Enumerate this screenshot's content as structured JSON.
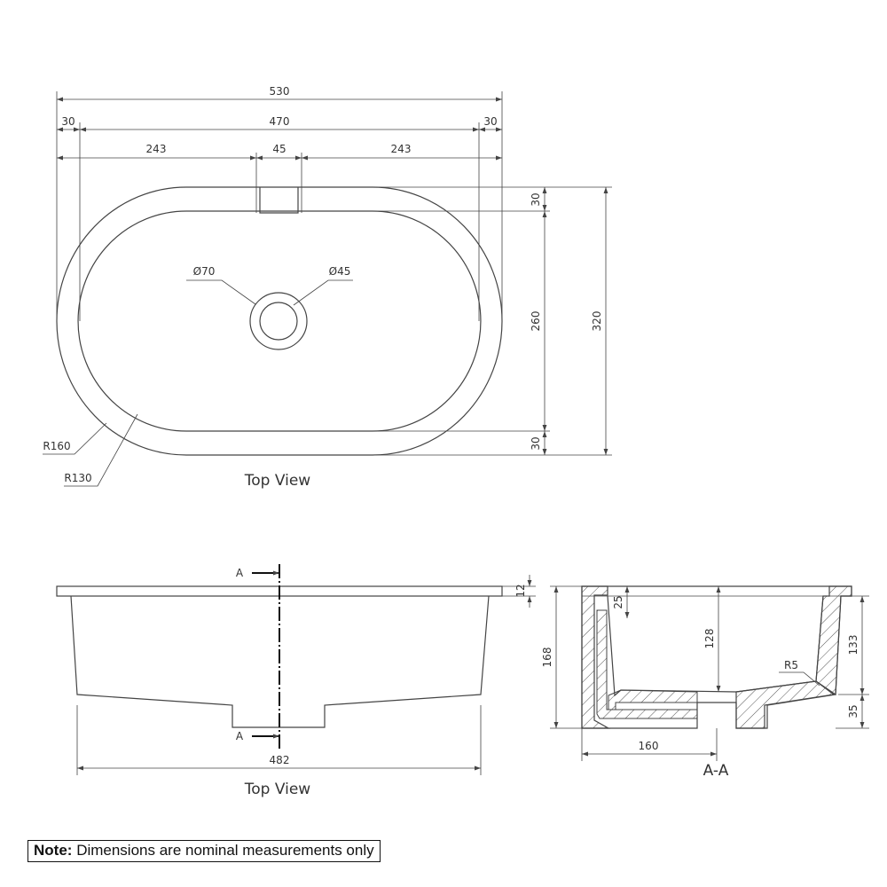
{
  "top_view": {
    "caption": "Top View",
    "dims": {
      "overall_width": "530",
      "left_rim": "30",
      "inner_width": "470",
      "right_rim": "30",
      "left_offset": "243",
      "tap_width": "45",
      "right_offset": "243",
      "top_rim": "30",
      "inner_height": "260",
      "bottom_rim": "30",
      "overall_height": "320",
      "outer_radius": "R160",
      "inner_radius": "R130",
      "outer_diameter": "Ø70",
      "inner_diameter": "Ø45"
    }
  },
  "front_view": {
    "caption": "Top View",
    "section_marker_top": "A",
    "section_marker_bottom": "A",
    "rim_thickness": "12",
    "base_width": "482"
  },
  "section_view": {
    "caption": "A-A",
    "overall_height": "168",
    "inner_rim": "25",
    "bowl_depth": "128",
    "fillet_radius": "R5",
    "upper_height": "133",
    "lower_height": "35",
    "half_width": "160"
  },
  "note": {
    "label": "Note:",
    "text": "Dimensions are nominal measurements only"
  }
}
